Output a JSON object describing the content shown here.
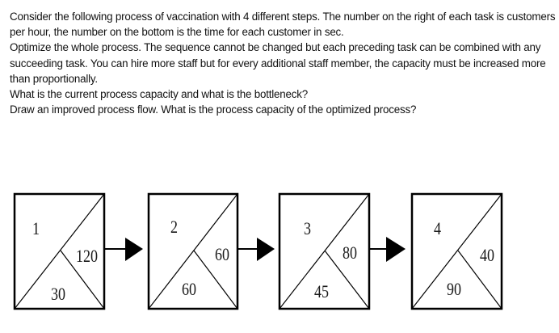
{
  "question": {
    "paragraphs": [
      "Consider the following process of vaccination with 4 different steps. The number on the right of each task is customers per hour, the number on the bottom is the time for each customer in sec.",
      "Optimize the whole process. The sequence cannot be changed but each preceding task can be combined with any succeeding task. You can hire more staff but for every additional staff member, the capacity must be increased more than proportionally.",
      "What is the current process capacity and what is the bottleneck?",
      "Draw an improved process flow. What is the process capacity of the optimized process?"
    ]
  },
  "process": {
    "steps": [
      {
        "id": "1",
        "capacity_per_hour": "120",
        "time_sec": "30"
      },
      {
        "id": "2",
        "capacity_per_hour": "60",
        "time_sec": "60"
      },
      {
        "id": "3",
        "capacity_per_hour": "80",
        "time_sec": "45"
      },
      {
        "id": "4",
        "capacity_per_hour": "40",
        "time_sec": "90"
      }
    ],
    "arrow_icon": "right-arrow-icon"
  }
}
